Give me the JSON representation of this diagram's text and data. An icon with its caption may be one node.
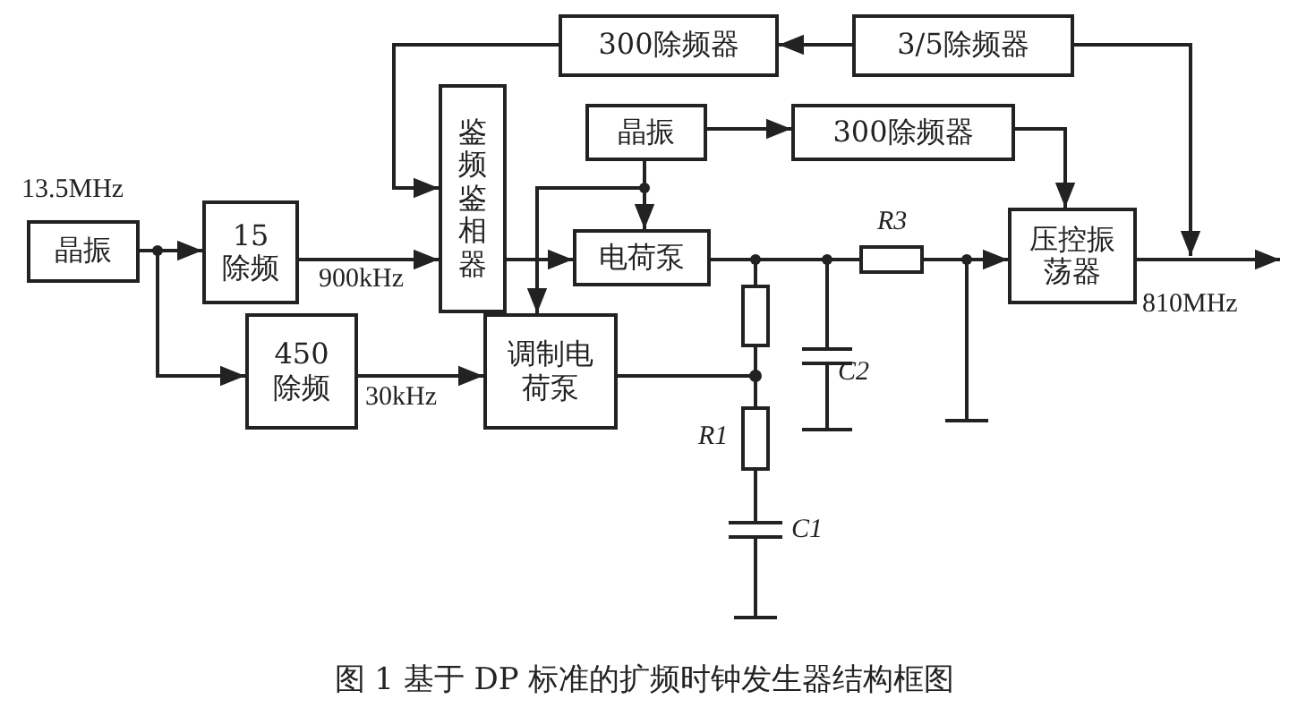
{
  "diagram": {
    "caption": "图 1 基于 DP 标准的扩频时钟发生器结构框图",
    "nodes": [
      {
        "text": [
          "晶振"
        ],
        "beside": [
          "13.5MHz"
        ]
      },
      {
        "text": [
          "15除频"
        ]
      },
      {
        "text": [
          "鉴频鉴相器"
        ]
      },
      {
        "text": [
          "300除频器"
        ]
      },
      {
        "text": [
          "3/5除频器"
        ]
      },
      {
        "text": [
          "晶振"
        ]
      },
      {
        "text": [
          "300除频器"
        ]
      },
      {
        "text": [
          "电荷泵"
        ]
      },
      {
        "text": [
          "压控振荡器"
        ]
      },
      {
        "text": [
          "450除频"
        ]
      },
      {
        "text": [
          "调制电荷泵"
        ]
      }
    ],
    "edges": [
      {
        "from": 0,
        "to": 1,
        "arrow": "to"
      },
      {
        "from": 0,
        "to": 9,
        "arrow": "to"
      },
      {
        "from": 1,
        "to": 2,
        "arrow": "to"
      },
      {
        "from": 3,
        "to": 2,
        "arrow": "to"
      },
      {
        "from": 4,
        "to": 3,
        "arrow": "to"
      },
      {
        "from": 4,
        "to": null,
        "arrow": "to"
      },
      {
        "from": 5,
        "to": 6,
        "arrow": "to"
      },
      {
        "from": 5,
        "to": 7,
        "arrow": "to"
      },
      {
        "from": 5,
        "to": 10,
        "arrow": "to"
      },
      {
        "from": 2,
        "to": 7,
        "arrow": "to"
      },
      {
        "from": 6,
        "to": 8,
        "arrow": "to"
      },
      {
        "from": 7,
        "to": 8,
        "arrow": "to"
      },
      {
        "from": 9,
        "to": 10,
        "arrow": "to"
      },
      {
        "from": 10,
        "to": null,
        "arrow": "other"
      },
      {
        "from": 8,
        "to": null,
        "arrow": "to"
      }
    ],
    "labels": [
      "900kHz",
      "R3",
      "810MHz",
      "C2",
      "30kHz",
      "R1",
      "C1"
    ]
  }
}
